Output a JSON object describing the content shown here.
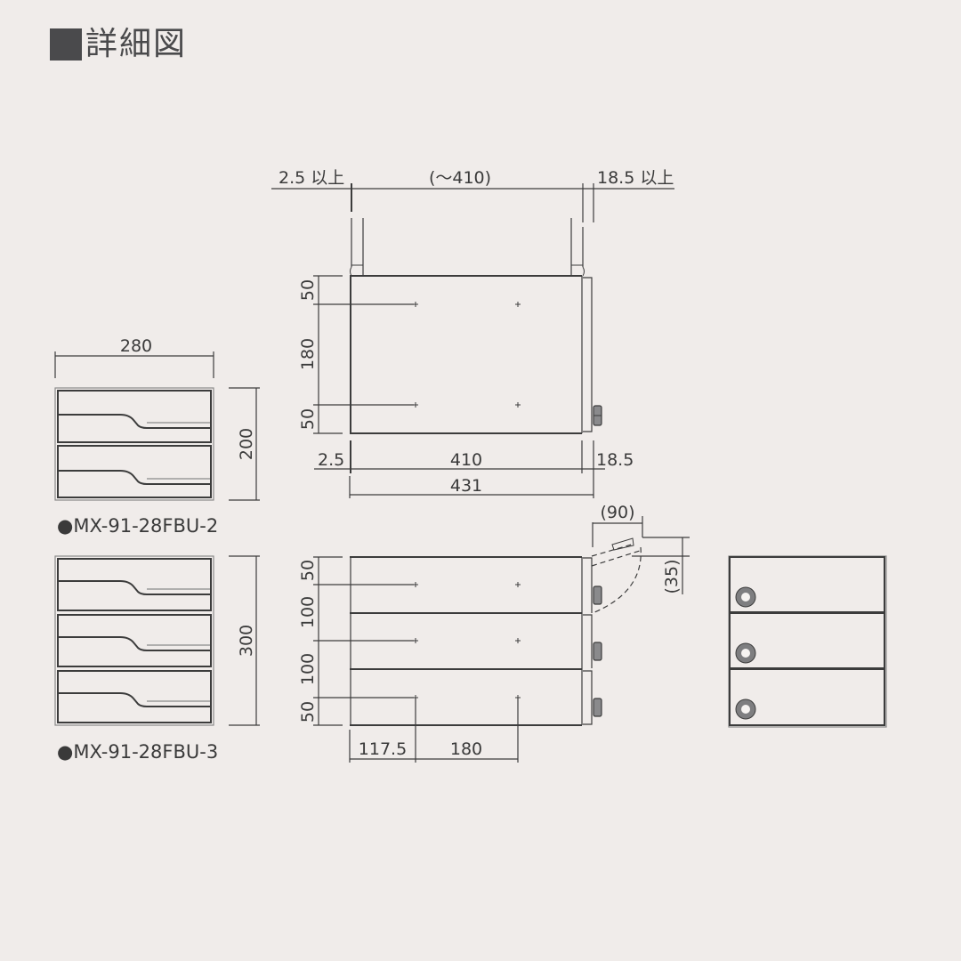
{
  "header": {
    "title": "詳細図"
  },
  "colors": {
    "background": "#f0ecea",
    "line": "#3c3c3c",
    "title_square": "#4a4a4c",
    "lock_gray": "#8a8a8c"
  },
  "top_view": {
    "dims": {
      "left_clearance": "2.5 以上",
      "span_approx": "(〜410)",
      "right_clearance": "18.5 以上",
      "v_top": "50",
      "v_mid": "180",
      "v_bot": "50",
      "b_left": "2.5",
      "b_mid": "410",
      "b_right": "18.5",
      "b_total": "431"
    }
  },
  "model_2": {
    "name": "●MX-91-28FBU-2",
    "width": "280",
    "height": "200",
    "drawers": 2
  },
  "model_3": {
    "name": "●MX-91-28FBU-3",
    "height": "300",
    "drawers": 3
  },
  "side_view_3": {
    "dims": {
      "v1": "50",
      "v2": "100",
      "v3": "100",
      "v4": "50",
      "h_left": "117.5",
      "h_mid": "180",
      "door_open": "(90)",
      "door_rise": "(35)"
    }
  },
  "front_view_3": {
    "locks": 3
  }
}
